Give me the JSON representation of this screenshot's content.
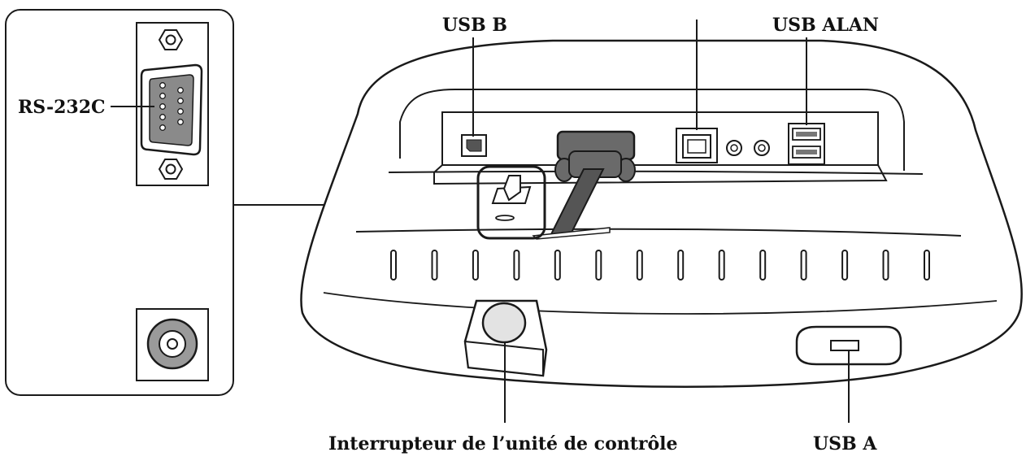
{
  "labels": {
    "usb_b": "USB B",
    "usb_alan": "USB ALAN",
    "rs232c": "RS-232C",
    "power_switch": "Interrupteur de l’unité de contrôle",
    "usb_a": "USB A"
  },
  "colors": {
    "line": "#1a1a1a",
    "port_gray": "#8a8a8a",
    "jack_gray": "#9a9a9a",
    "button_fill": "#e3e3e3",
    "cable": "#555555"
  },
  "counts": {
    "vent_slots": 14
  }
}
